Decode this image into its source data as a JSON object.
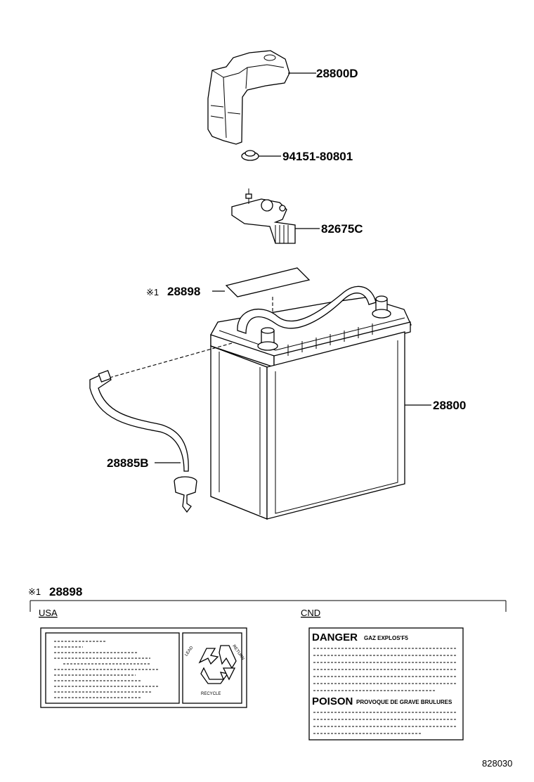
{
  "parts": {
    "terminal_cover": "28800D",
    "nut": "94151-80801",
    "sensor": "82675C",
    "label_ref": "28898",
    "label_ref_mark": "※1",
    "battery": "28800",
    "vent_hose": "28885B"
  },
  "label_section": {
    "mark": "※1",
    "part": "28898",
    "usa_label": "USA",
    "cnd_label": "CND"
  },
  "cnd_sticker": {
    "danger_title": "DANGER",
    "danger_subtitle": "GAZ EXPLOS'F5",
    "poison_title": "POISON",
    "poison_subtitle": "PROVOQUE DE GRAVE BRULURES"
  },
  "usa_sticker": {
    "recycle_top_left": "LEAD",
    "recycle_top_right": "RETURN",
    "recycle_bottom": "RECYCLE"
  },
  "figure_code": "828030"
}
